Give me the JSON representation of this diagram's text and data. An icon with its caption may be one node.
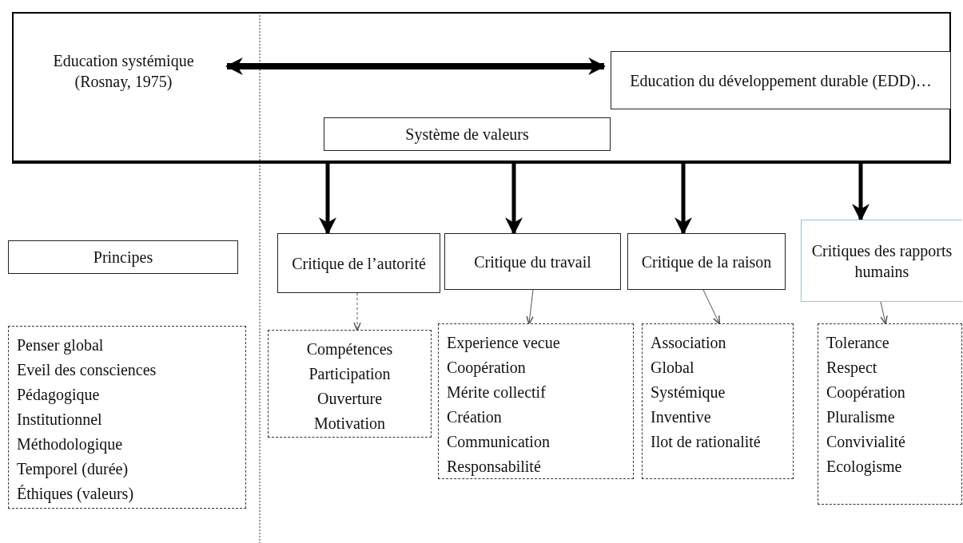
{
  "diagram": {
    "nodes": [
      {
        "text": [],
        "shape": "box"
      },
      {
        "text": [
          "Education systémique (Rosnay, 1975)"
        ],
        "in": 0
      },
      {
        "text": [
          "Education du développement durable (EDD)…"
        ],
        "in": 0
      },
      {
        "text": [
          "Système de valeurs"
        ],
        "in": 0
      },
      {
        "text": [
          "Principes"
        ]
      },
      {
        "text": [
          "Critique de l’autorité"
        ]
      },
      {
        "text": [
          "Critique du travail"
        ]
      },
      {
        "text": [
          "Critique de la raison"
        ]
      },
      {
        "text": [
          "Critiques des rapports humains"
        ]
      },
      {
        "text": [
          "Penser global",
          "Eveil des consciences",
          "Pédagogique",
          "Institutionnel",
          "Méthodologique",
          "Temporel (durée)",
          "Éthiques (valeurs)"
        ]
      },
      {
        "text": [
          "Compétences",
          "Participation",
          "Ouverture",
          "Motivation"
        ]
      },
      {
        "text": [
          "Experience vecue",
          "Coopération",
          "Mérite collectif",
          "Création",
          "Communication",
          "Responsabilité"
        ]
      },
      {
        "text": [
          "Association",
          "Global",
          "Systémique",
          "Inventive",
          "Ilot de rationalité"
        ]
      },
      {
        "text": [
          "Tolerance",
          "Respect",
          "Coopération",
          "Pluralisme",
          "Convivialité",
          "Ecologisme"
        ]
      }
    ],
    "edges": [
      {
        "from": 1,
        "to": 2,
        "arrow": "both"
      },
      {
        "from": 0,
        "to": 5,
        "arrow": "to"
      },
      {
        "from": 0,
        "to": 6,
        "arrow": "to"
      },
      {
        "from": 0,
        "to": 7,
        "arrow": "to"
      },
      {
        "from": 0,
        "to": 8,
        "arrow": "to"
      },
      {
        "from": 5,
        "to": 10,
        "arrow": "to",
        "style": "dashed",
        "color": "#555555"
      },
      {
        "from": 6,
        "to": 11,
        "arrow": "to",
        "color": "#555555"
      },
      {
        "from": 7,
        "to": 12,
        "arrow": "to",
        "color": "#555555"
      },
      {
        "from": 8,
        "to": 13,
        "arrow": "to",
        "color": "#555555"
      }
    ]
  }
}
